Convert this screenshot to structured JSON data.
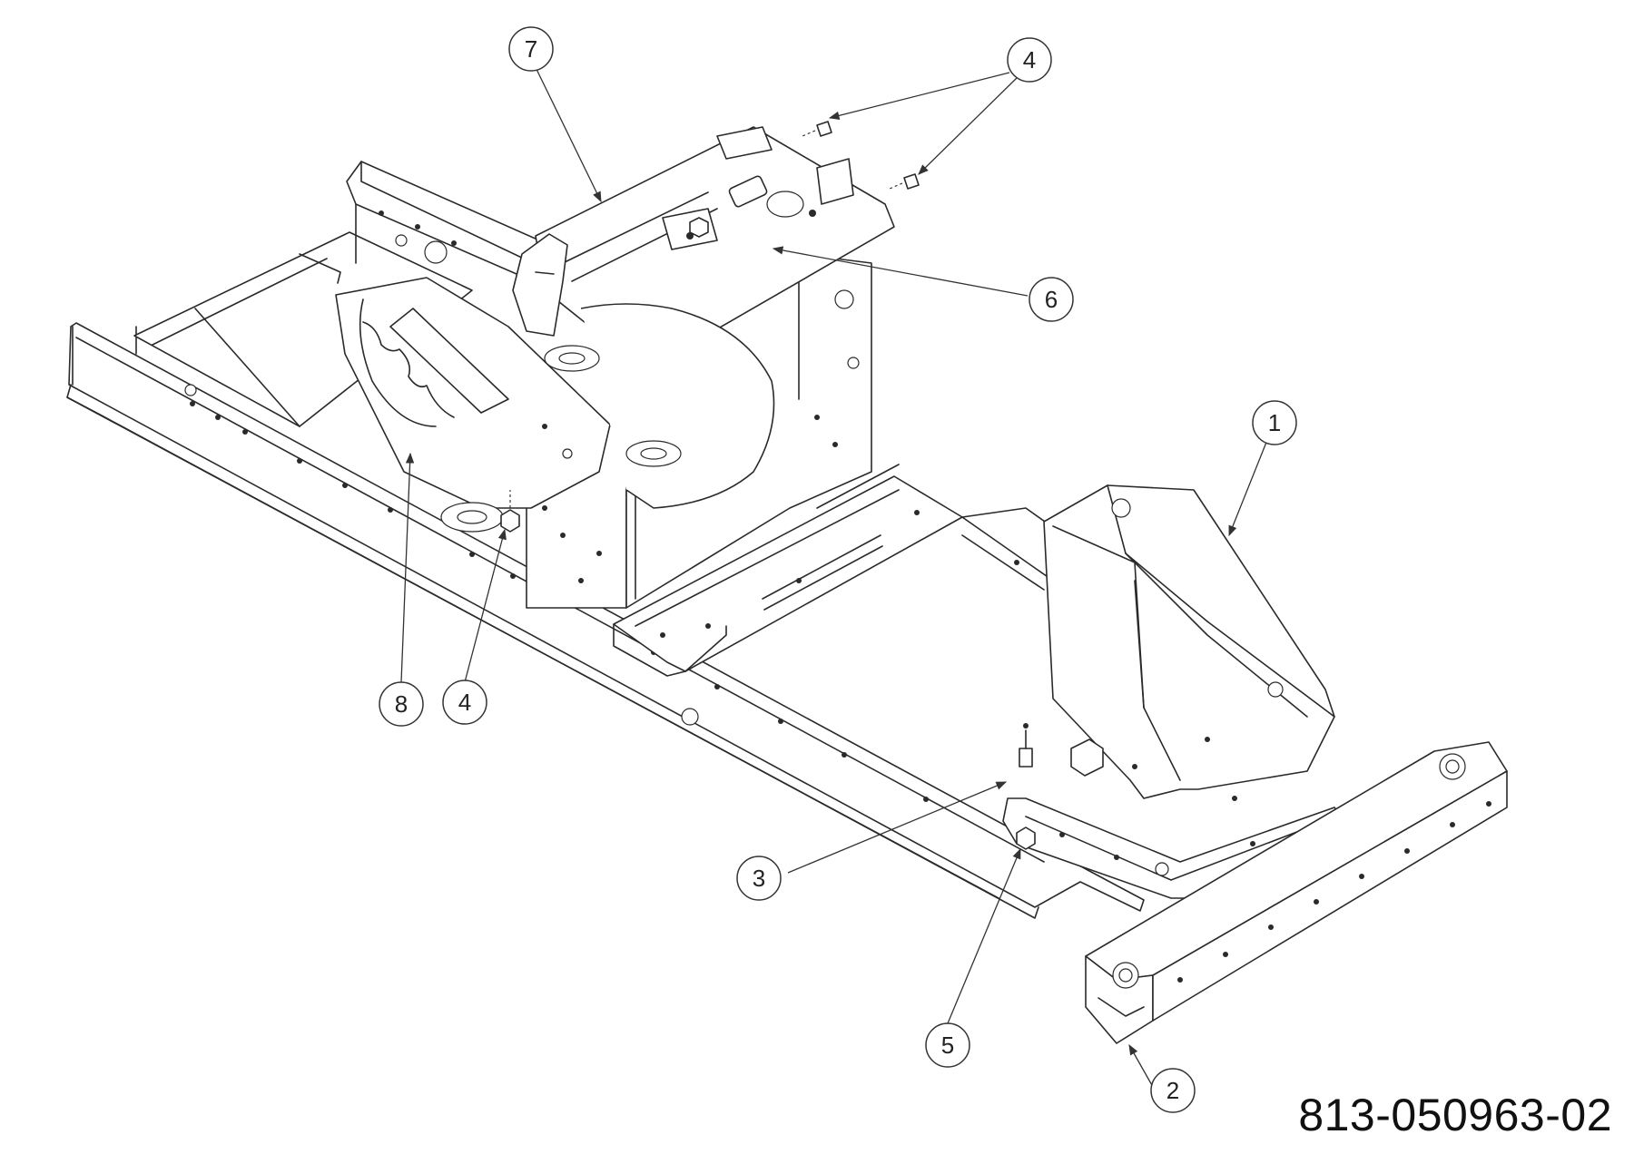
{
  "drawing": {
    "part_number": "813-050963-02"
  },
  "callouts": [
    {
      "label": "7"
    },
    {
      "label": "4"
    },
    {
      "label": "6"
    },
    {
      "label": "1"
    },
    {
      "label": "8"
    },
    {
      "label": "4"
    },
    {
      "label": "3"
    },
    {
      "label": "5"
    },
    {
      "label": "2"
    }
  ],
  "colors": {
    "line": "#2a2a2a",
    "background": "#ffffff"
  }
}
